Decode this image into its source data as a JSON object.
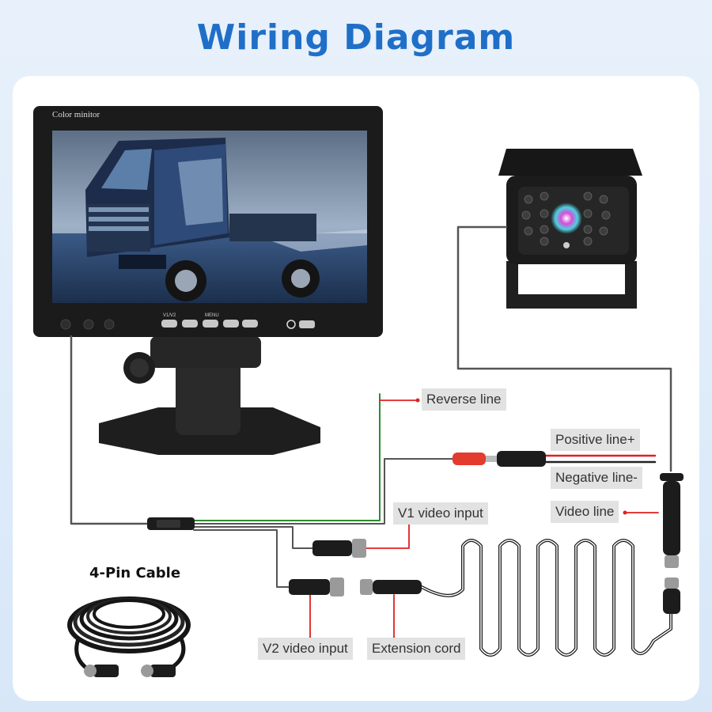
{
  "title": "Wiring Diagram",
  "monitor": {
    "brand": "Color minitor",
    "buttons": [
      "V1/V2",
      "MENU"
    ]
  },
  "labels": {
    "reverse_line": "Reverse line",
    "positive_line": "Positive line+",
    "negative_line": "Negative line-",
    "video_line": "Video line",
    "v1_video_input": "V1 video input",
    "v2_video_input": "V2 video input",
    "extension_cord": "Extension cord"
  },
  "cable_title": "4-Pin Cable",
  "colors": {
    "title": "#1f6fc8",
    "wire_gray": "#555555",
    "wire_green": "#2e8b2e",
    "wire_red": "#e02020",
    "label_bg": "#e2e2e2"
  }
}
